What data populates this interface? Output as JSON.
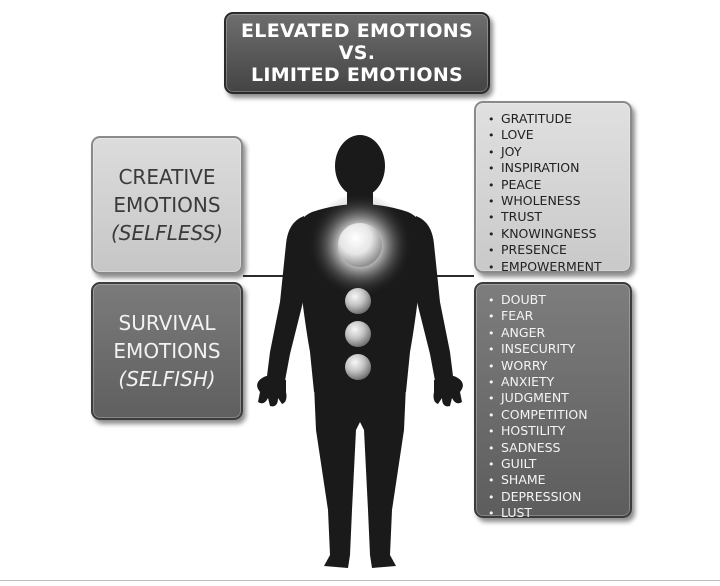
{
  "title": {
    "line1": "ELEVATED EMOTIONS",
    "line2": "VS.",
    "line3": "LIMITED EMOTIONS"
  },
  "creative": {
    "line1": "CREATIVE",
    "line2": "EMOTIONS",
    "line3": "(SELFLESS)"
  },
  "survival": {
    "line1": "SURVIVAL",
    "line2": "EMOTIONS",
    "line3": "(SELFISH)"
  },
  "elevated_emotions": [
    "GRATITUDE",
    "LOVE",
    "JOY",
    "INSPIRATION",
    "PEACE",
    "WHOLENESS",
    "TRUST",
    "KNOWINGNESS",
    "PRESENCE",
    "EMPOWERMENT"
  ],
  "limited_emotions": [
    "DOUBT",
    "FEAR",
    "ANGER",
    "INSECURITY",
    "WORRY",
    "ANXIETY",
    "JUDGMENT",
    "COMPETITION",
    "HOSTILITY",
    "SADNESS",
    "GUILT",
    "SHAME",
    "DEPRESSION",
    "LUST"
  ],
  "colors": {
    "dark_box": "#6a6a6a",
    "light_box": "#d4d4d4",
    "silhouette": "#1a1a1a"
  },
  "icons": {
    "figure": "human-silhouette-icon",
    "heart_center": "glowing-heart-orb-icon"
  }
}
